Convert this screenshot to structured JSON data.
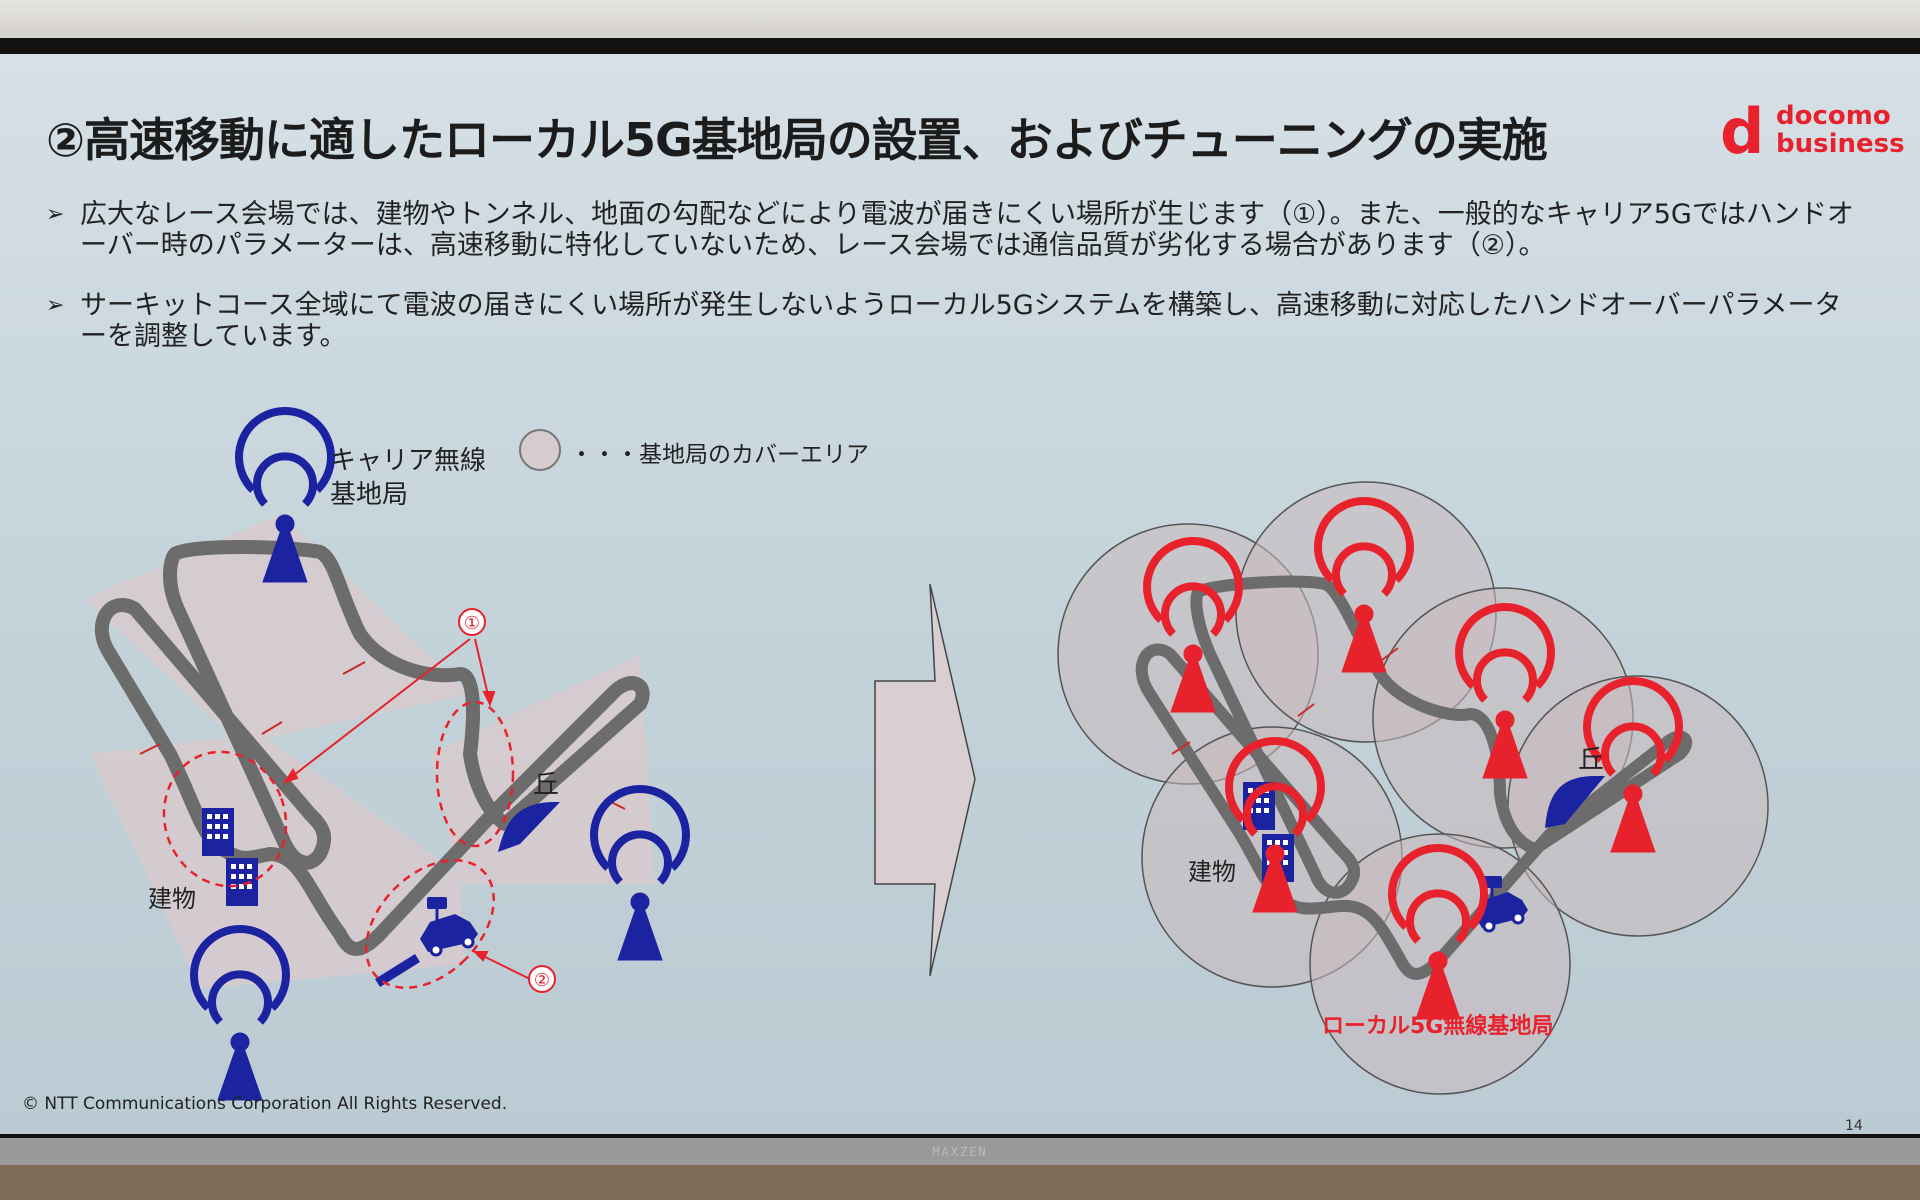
{
  "slide": {
    "title": "②高速移動に適したローカル5G基地局の設置、およびチューニングの実施",
    "logo": {
      "line1": "docomo",
      "line2": "business",
      "mark": "d"
    },
    "bullets": [
      {
        "marker": "➢",
        "text": "広大なレース会場では、建物やトンネル、地面の勾配などにより電波が届きにくい場所が生じます（①）。また、一般的なキャリア5Gではハンドオーバー時のパラメーターは、高速移動に特化していないため、レース会場では通信品質が劣化する場合があります（②）。"
      },
      {
        "marker": "➢",
        "text": "サーキットコース全域にて電波の届きにくい場所が発生しないようローカル5Gシステムを構築し、高速移動に対応したハンドオーバーパラメーターを調整しています。"
      }
    ],
    "legend": "・・・基地局のカバーエリア",
    "left_diagram": {
      "carrier_label": "キャリア無線\n基地局",
      "hill_label": "丘",
      "building_label": "建物",
      "marker1": "①",
      "marker2": "②"
    },
    "right_diagram": {
      "hill_label": "丘",
      "building_label": "建物",
      "local_label": "ローカル5G無線基地局"
    },
    "copyright": "© NTT Communications Corporation All Rights Reserved.",
    "page_number": "14"
  },
  "device": {
    "brand": "MAXZEN"
  },
  "colors": {
    "accent_red": "#e8222c",
    "navy": "#1c23a0",
    "track": "#6c6c6c",
    "coverage": "#c9b9bd"
  },
  "icons": [
    "antenna-tower-icon",
    "building-icon",
    "car-camera-icon",
    "arrow-right-icon"
  ]
}
